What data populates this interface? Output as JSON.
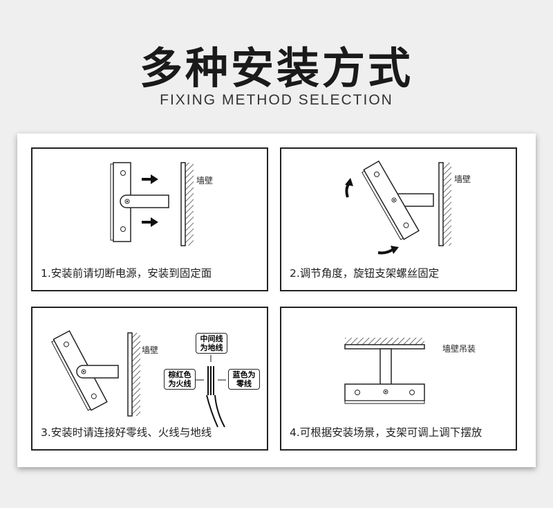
{
  "header": {
    "title": "多种安装方式",
    "subtitle": "FIXING METHOD SELECTION"
  },
  "steps": [
    {
      "caption": "1.安装前请切断电源，安装到固定面",
      "wall_label": "墙壁"
    },
    {
      "caption": "2.调节角度，旋钮支架螺丝固定",
      "wall_label": "墙壁"
    },
    {
      "caption": "3.安装时请连接好零线、火线与地线",
      "wall_label": "墙壁",
      "wires": {
        "ground": "中间线为地线",
        "live": "棕红色为火线",
        "neutral": "蓝色为零线"
      }
    },
    {
      "caption": "4.可根据安装场景，支架可调上调下摆放",
      "wall_label": "墙壁吊装"
    }
  ]
}
